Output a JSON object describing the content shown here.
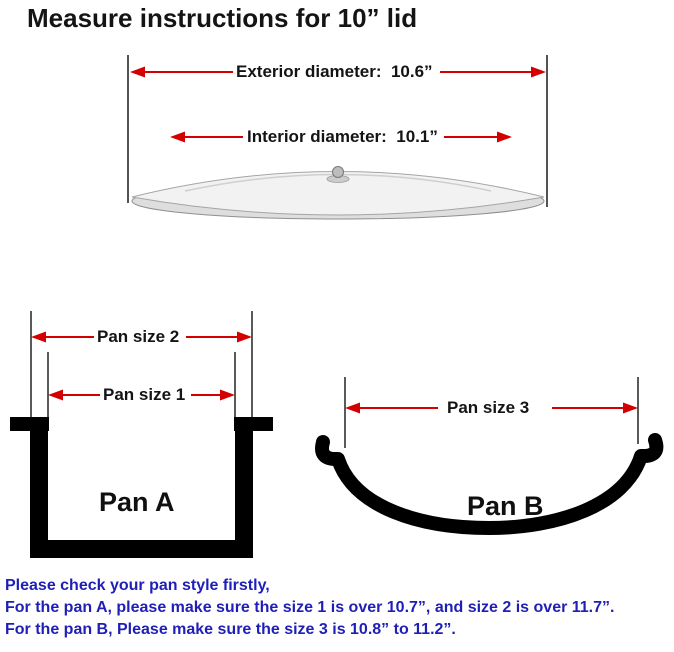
{
  "title": "Measure instructions for 10” lid",
  "colors": {
    "arrow_red": "#d40000",
    "note_blue": "#1f1fb8",
    "shape_black": "#000000"
  },
  "lid": {
    "exterior_label": "Exterior diameter:  10.6”",
    "interior_label": "Interior diameter:  10.1”"
  },
  "pan_a": {
    "size2_label": "Pan size 2",
    "size1_label": "Pan size 1",
    "name": "Pan A"
  },
  "pan_b": {
    "size3_label": "Pan size 3",
    "name": "Pan B"
  },
  "notes": {
    "line1": "Please check your pan style firstly,",
    "line2": "For the pan A, please make sure the size 1 is over 10.7”, and size 2 is over 11.7”.",
    "line3": "For the pan B, Please make sure the size 3 is 10.8” to 11.2”."
  }
}
